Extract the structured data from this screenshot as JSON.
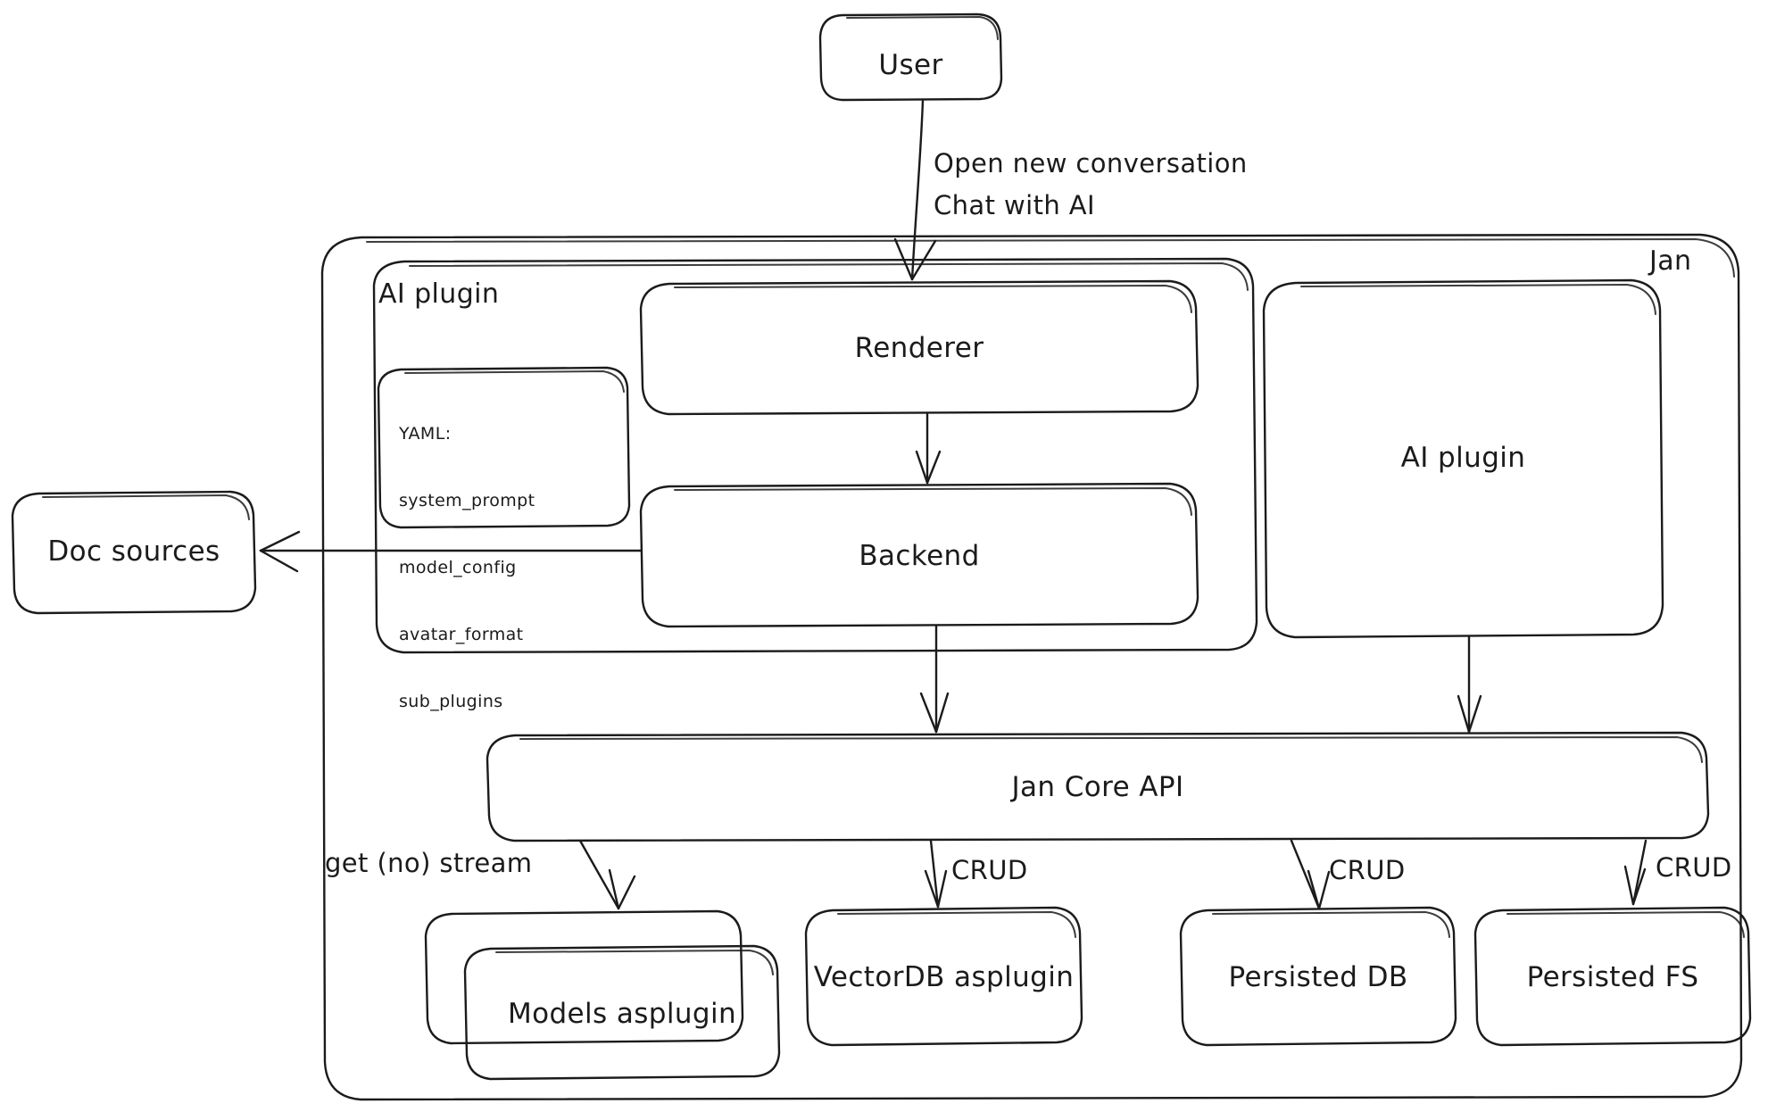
{
  "diagram": {
    "title_label": "Jan",
    "style": "hand-drawn architecture diagram",
    "stroke_color": "#1b1b1b",
    "background_color": "#ffffff"
  },
  "nodes": {
    "user": {
      "label": "User"
    },
    "jan_container": {
      "label": "Jan"
    },
    "ai_plugin_group": {
      "label": "AI plugin"
    },
    "yaml_card": {
      "head": "YAML:",
      "lines": [
        "system_prompt",
        "model_config",
        "avatar_format",
        "sub_plugins"
      ]
    },
    "renderer": {
      "label": "Renderer"
    },
    "backend": {
      "label": "Backend"
    },
    "ai_plugin_box": {
      "label": "AI plugin"
    },
    "doc_sources": {
      "label": "Doc sources"
    },
    "jan_core_api": {
      "label": "Jan Core API"
    },
    "models_plugin": {
      "label": "Models as\nplugin"
    },
    "vectordb_plugin": {
      "label": "VectorDB as\nplugin"
    },
    "persisted_db": {
      "label": "Persisted DB"
    },
    "persisted_fs": {
      "label": "Persisted FS"
    }
  },
  "edges": {
    "user_to_renderer": {
      "label": "Open new conversation\nChat with AI"
    },
    "renderer_to_backend": {
      "label": ""
    },
    "backend_to_doc_sources": {
      "label": ""
    },
    "backend_to_core": {
      "label": ""
    },
    "ai_plugin_to_core": {
      "label": ""
    },
    "core_to_models": {
      "label": "get (no) stream"
    },
    "core_to_vectordb": {
      "label": "CRUD"
    },
    "core_to_db": {
      "label": "CRUD"
    },
    "core_to_fs": {
      "label": "CRUD"
    }
  }
}
